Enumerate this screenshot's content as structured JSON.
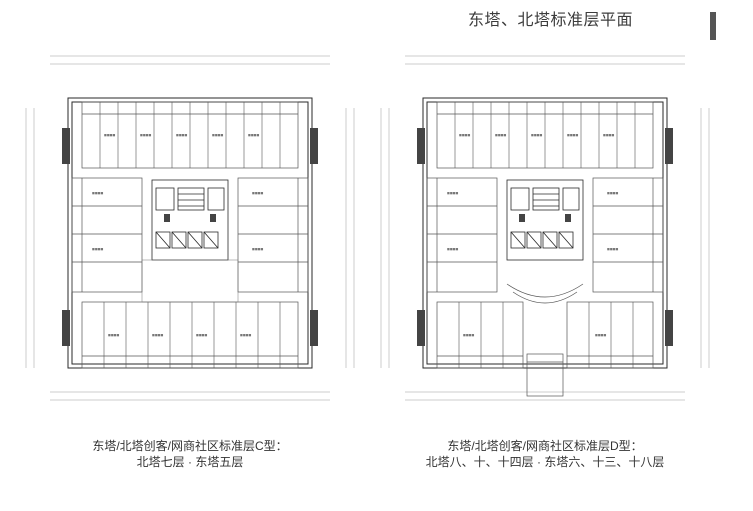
{
  "page": {
    "title": "东塔、北塔标准层平面"
  },
  "plans": [
    {
      "id": "C",
      "caption_line1": "东塔/北塔创客/网商社区标准层C型：",
      "caption_line2": "北塔七层 · 东塔五层"
    },
    {
      "id": "D",
      "caption_line1": "东塔/北塔创客/网商社区标准层D型：",
      "caption_line2": "北塔八、十、十四层 · 东塔六、十三、十八层"
    }
  ],
  "colors": {
    "wall": "#2a2a2a",
    "line": "#666666",
    "grid": "#9a9a9a",
    "column": "#444444",
    "accent_bar": "#555555"
  }
}
